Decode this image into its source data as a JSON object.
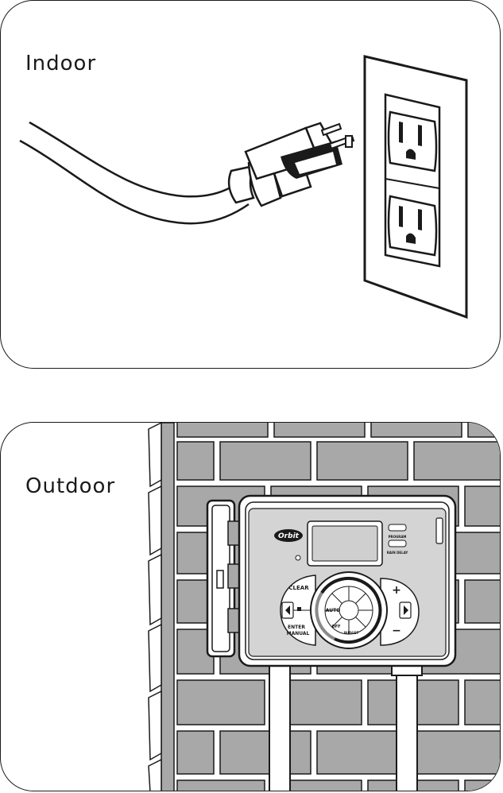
{
  "panels": {
    "indoor": {
      "label": "Indoor"
    },
    "outdoor": {
      "label": "Outdoor"
    }
  },
  "controller": {
    "brand": "Orbit",
    "button_program": "PROGRAM",
    "button_rain_delay": "RAIN DELAY",
    "button_clear": "CLEAR",
    "button_enter": "ENTER",
    "button_manual": "MANUAL",
    "button_plus": "+",
    "button_minus": "−",
    "dial_auto": "AUTO",
    "dial_off": "OFF",
    "dial_budget": "BUDGET",
    "icons": [
      "left-arrow-icon",
      "right-arrow-icon",
      "dot-icon"
    ]
  },
  "colors": {
    "ink": "#1a1a1a",
    "brick": "#a8a8a8",
    "mortar": "#ffffff",
    "siding": "#ffffff"
  }
}
